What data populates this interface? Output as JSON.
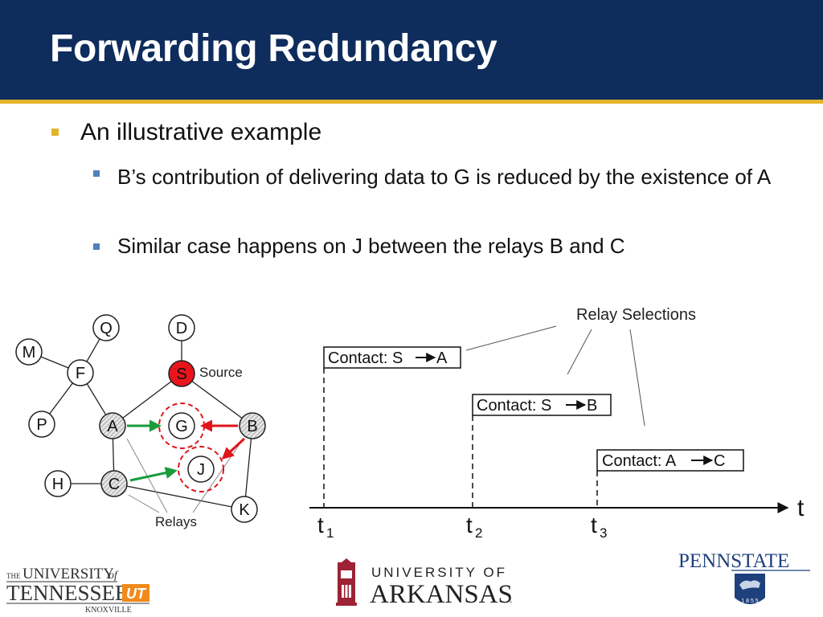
{
  "slide": {
    "title": "Forwarding Redundancy",
    "bullets": {
      "level1": "An illustrative example",
      "sub1": "B’s contribution of delivering data to G is reduced by the existence of A",
      "sub2": "Similar case happens on J between the relays B and C"
    }
  },
  "network": {
    "nodes": [
      "Q",
      "D",
      "M",
      "F",
      "S",
      "P",
      "A",
      "G",
      "B",
      "J",
      "H",
      "C",
      "K"
    ],
    "source_label": "Source",
    "relays_label": "Relays"
  },
  "timeline": {
    "callout": "Relay Selections",
    "contacts": [
      "Contact: S",
      "A",
      "Contact: S",
      "B",
      "Contact: A",
      "C"
    ],
    "axis_label": "t",
    "ticks": [
      "t",
      "1",
      "t",
      "2",
      "t",
      "3"
    ]
  },
  "logos": {
    "tennessee_the": "THE",
    "tennessee_univ": "UNIVERSITY",
    "tennessee_of": "of",
    "tennessee_name": "TENNESSEE",
    "tennessee_mark": "UT",
    "tennessee_city": "KNOXVILLE",
    "arkansas_line1": "UNIVERSITY OF",
    "arkansas_line2": "ARKANSAS",
    "arkansas_reg": ".",
    "pennstate_name": "PENNSTATE",
    "pennstate_year": "1 8 5 5"
  },
  "colors": {
    "header": "#0e2c5c",
    "accent": "#e3b32a",
    "sub_bullet": "#4f81bd",
    "source_node": "#e8151b",
    "green_arrow": "#1a9b3c",
    "red_arrow": "#e0141b"
  }
}
